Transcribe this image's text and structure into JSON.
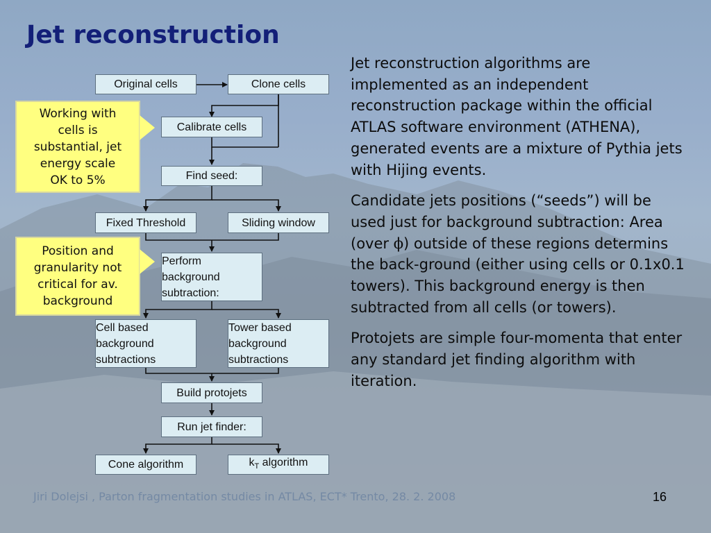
{
  "slide": {
    "title": "Jet reconstruction",
    "footer": "Jiri Dolejsi , Parton fragmentation studies in ATLAS, ECT* Trento, 28. 2. 2008",
    "page_number": "16"
  },
  "flowchart": {
    "original_cells": "Original cells",
    "clone_cells": "Clone cells",
    "calibrate_cells": "Calibrate  cells",
    "find_seed": "Find seed:",
    "fixed_threshold": "Fixed Threshold",
    "sliding_window": "Sliding window",
    "perform_bg_1": "Perform",
    "perform_bg_2": "background",
    "perform_bg_3": "subtraction:",
    "cell_based_1": "Cell based",
    "cell_based_2": "background",
    "cell_based_3": "subtractions",
    "tower_based_1": "Tower based",
    "tower_based_2": "background",
    "tower_based_3": "subtractions",
    "build_protojets": "Build protojets",
    "run_jet_finder": "Run jet finder:",
    "cone_algorithm": "Cone algorithm",
    "kt_k": "k",
    "kt_sub": "T",
    "kt_rest": " algorithm"
  },
  "callouts": {
    "cells_1": "Working with",
    "cells_2": "cells is",
    "cells_3": "substantial, jet",
    "cells_4": "energy scale",
    "cells_5": "OK to  5%",
    "position_1": "Position and",
    "position_2": "granularity not",
    "position_3": "critical for av.",
    "position_4": "background"
  },
  "text": {
    "p1": "Jet reconstruction algorithms are implemented as an independent reconstruction package within the official ATLAS software environment (ATHENA), generated events are a mixture of Pythia jets with Hijing events.",
    "p2a": "Candidate jets positions (“seeds”) will be used just for background subtraction: Area (over ",
    "phi": "ϕ",
    "p2b": ") outside of these regions determins the back-ground (either using cells or 0.1x0.1 towers). This background energy is then subtracted from all cells (or towers).",
    "p3": "Protojets are simple four-momenta that enter any standard jet finding algorithm with iteration."
  },
  "colors": {
    "title": "#131f78",
    "box_fill": "#dcedf3",
    "callout_fill": "#ffff80",
    "footer": "#7489a4"
  }
}
